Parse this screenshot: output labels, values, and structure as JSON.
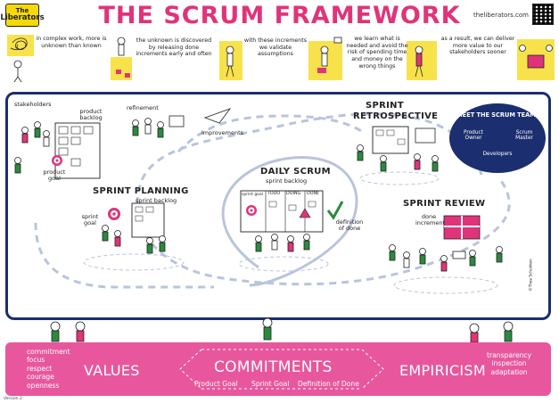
{
  "header": {
    "logo_line1": "The",
    "logo_line2": "Liberators",
    "title": "THE SCRUM FRAMEWORK",
    "site": "theliberators.com"
  },
  "intro": [
    {
      "text": "in complex work, more is unknown than known"
    },
    {
      "text": "the unknown is discovered by releasing done increments early and often"
    },
    {
      "text": "with these increments we validate assumptions"
    },
    {
      "text": "we learn what is needed and avoid the risk of spending time and money on the wrong things"
    },
    {
      "text": "as a result, we can deliver more value to our stakeholders sooner"
    }
  ],
  "framework": {
    "stakeholders": "stakeholders",
    "product_backlog": "product backlog",
    "product_goal": "product goal",
    "refinement": "refinement",
    "improvements": "improvements",
    "sprint_planning": "SPRINT PLANNING",
    "sprint_backlog_planning": "sprint backlog",
    "sprint_goal": "sprint goal",
    "daily_scrum": "DAILY SCRUM",
    "sprint_backlog_daily": "sprint backlog",
    "board_sprint_goal": "sprint goal",
    "board_todo": "TODO",
    "board_doing": "DOING",
    "board_done": "DONE",
    "definition_of_done": "definition of done",
    "sprint_retrospective_1": "SPRINT",
    "sprint_retrospective_2": "RETROSPECTIVE",
    "sprint_review": "SPRINT REVIEW",
    "done_increment": "done increment",
    "team_title": "MEET THE SCRUM TEAM!",
    "product_owner": "Product Owner",
    "scrum_master": "Scrum Master",
    "developers": "Developers",
    "signature": "©Thea Schukken"
  },
  "values_bar": {
    "values_list": [
      "commitment",
      "focus",
      "respect",
      "courage",
      "openness"
    ],
    "values_title": "VALUES",
    "commitments_title": "COMMITMENTS",
    "commitments": [
      "Product Goal",
      "Sprint Goal",
      "Definition of Done"
    ],
    "empiricism_title": "EMPIRICISM",
    "empiricism_list": [
      "transparency",
      "inspection",
      "adaptation"
    ]
  },
  "version": "Version 2",
  "colors": {
    "title_pink": "#e0347a",
    "navy": "#1b2e6f",
    "yellow": "#f8e24b",
    "bar_pink": "#e8579d",
    "green_shirt": "#2a8a3e",
    "loop_blue": "#b9c4dc"
  }
}
